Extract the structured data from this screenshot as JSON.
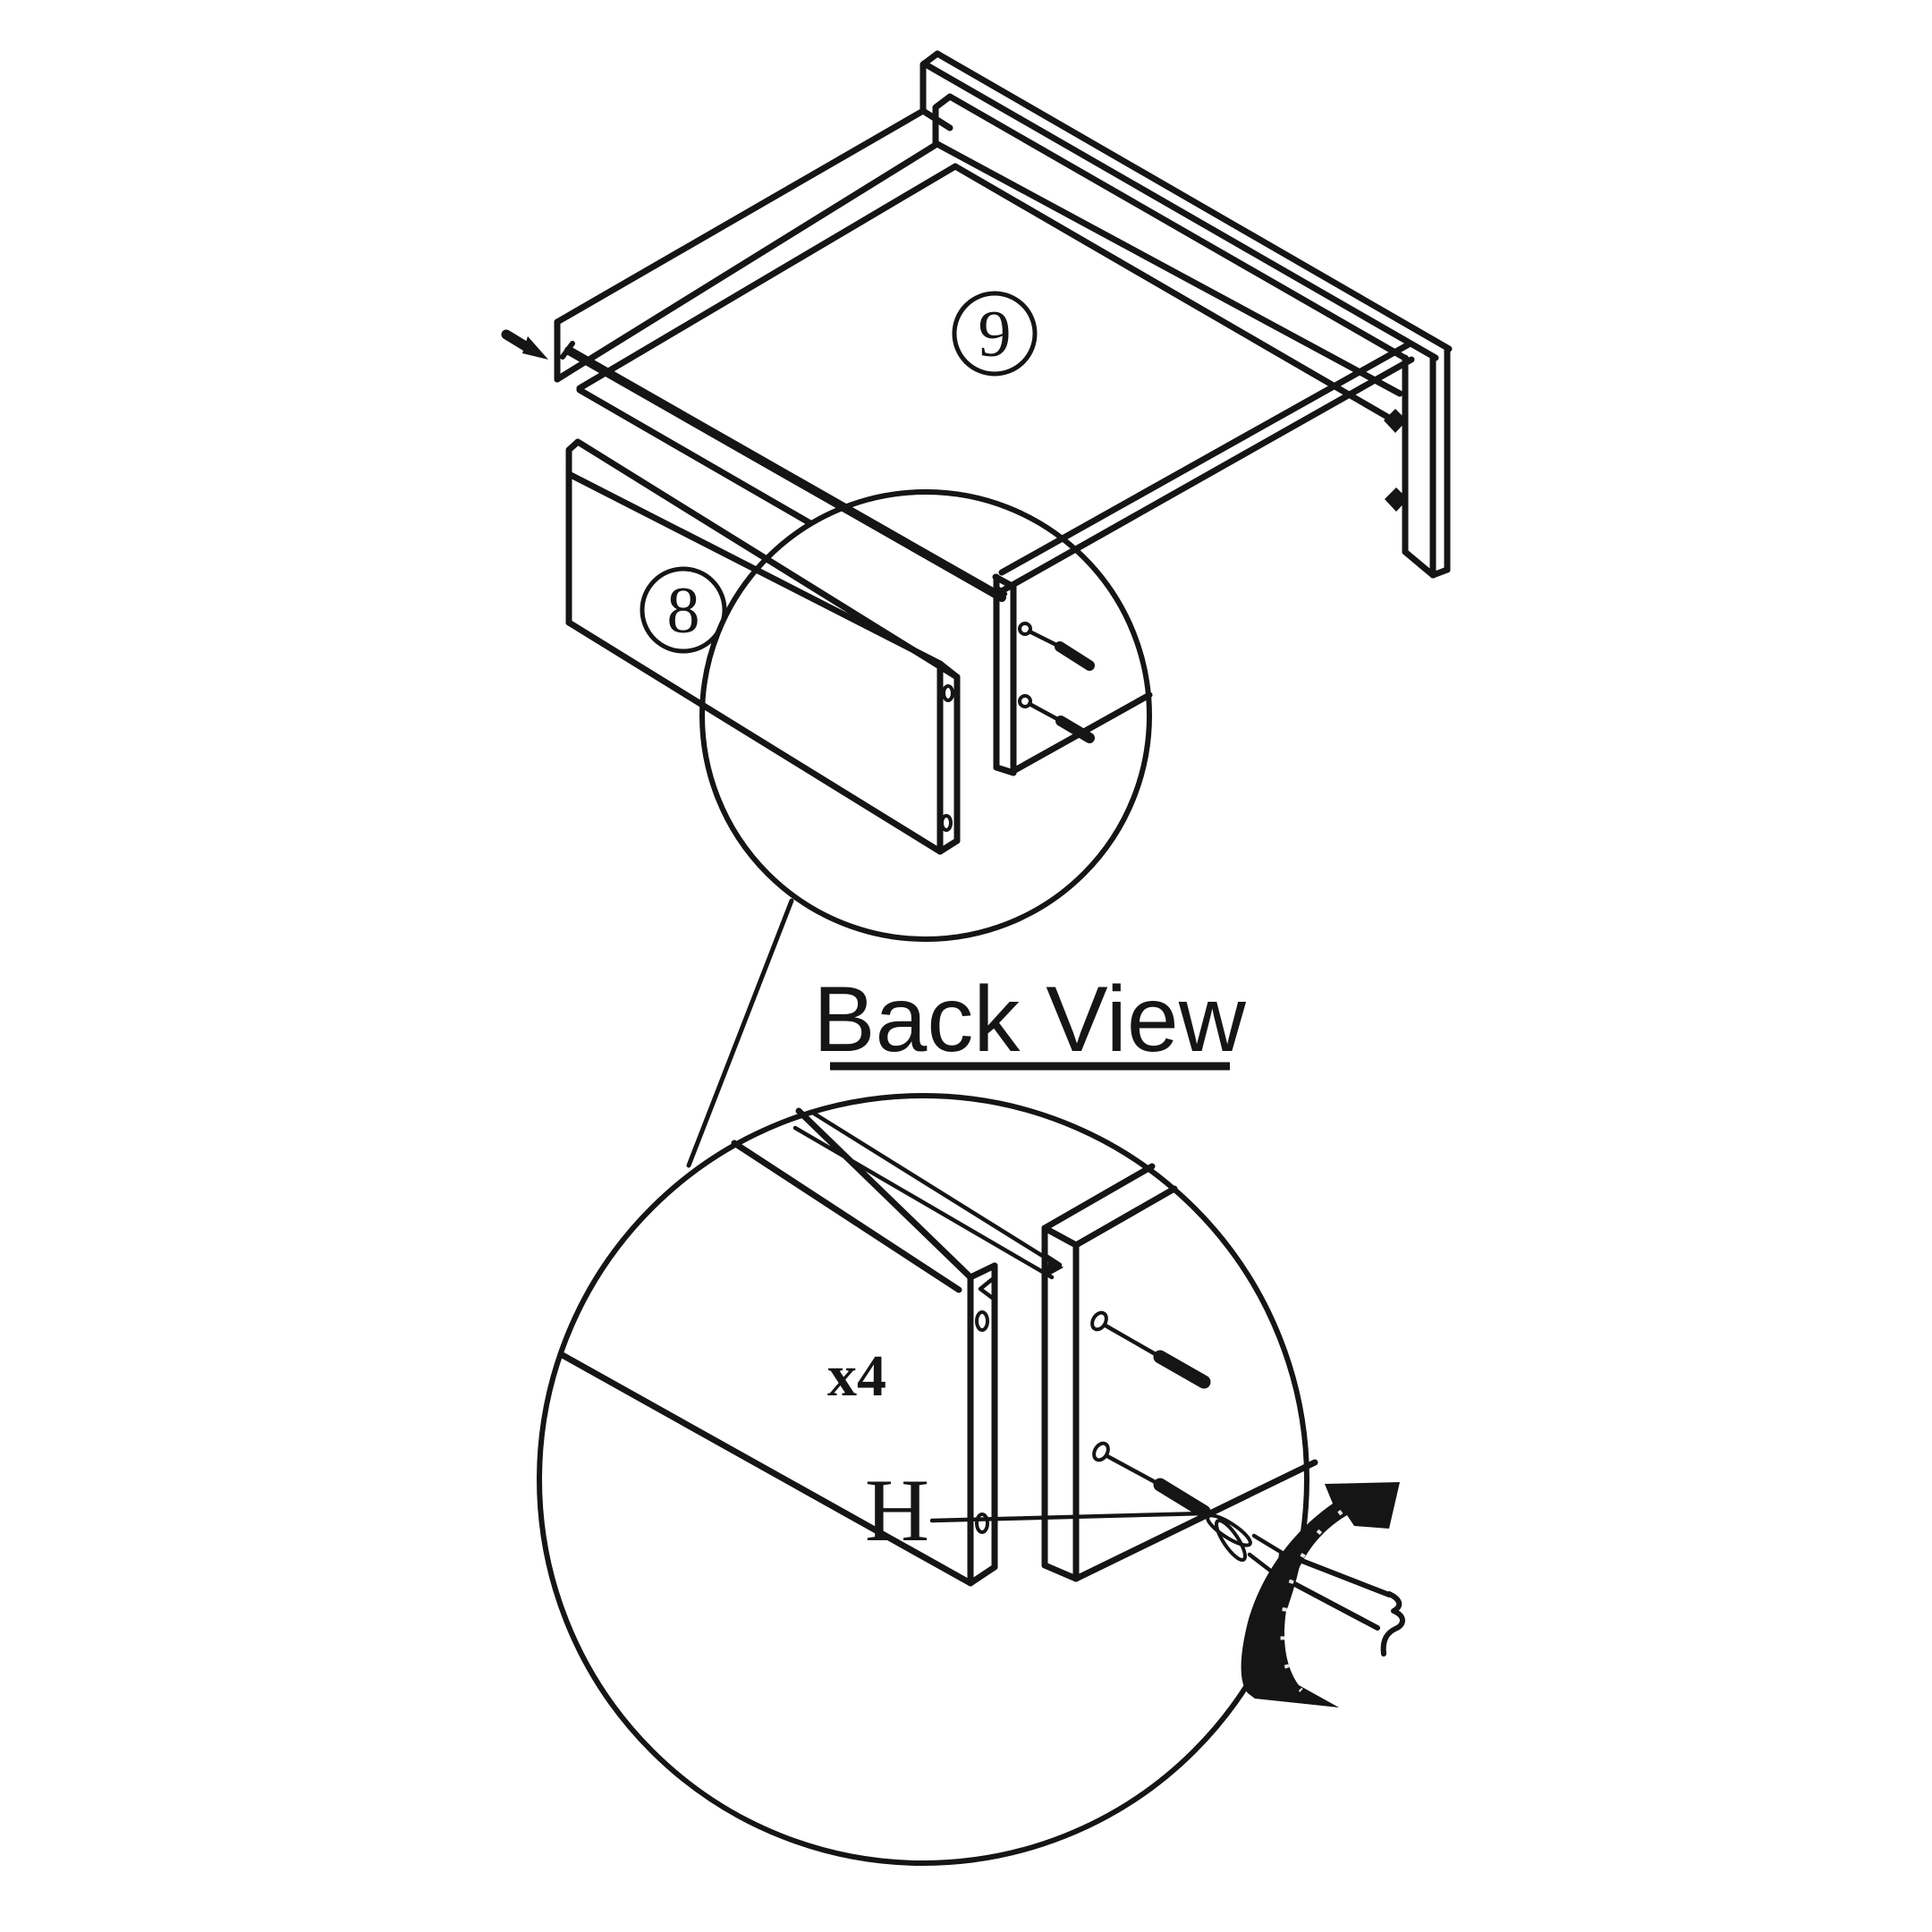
{
  "diagram": {
    "kind": "furniture-assembly-instruction-step",
    "title": "Back View",
    "part_labels": {
      "bottom_panel": "9",
      "back_panel": "8"
    },
    "detail_view": {
      "quantity_label": "x4",
      "hardware_label": "H"
    },
    "colors": {
      "line": "#151515",
      "background": "#ffffff"
    }
  }
}
